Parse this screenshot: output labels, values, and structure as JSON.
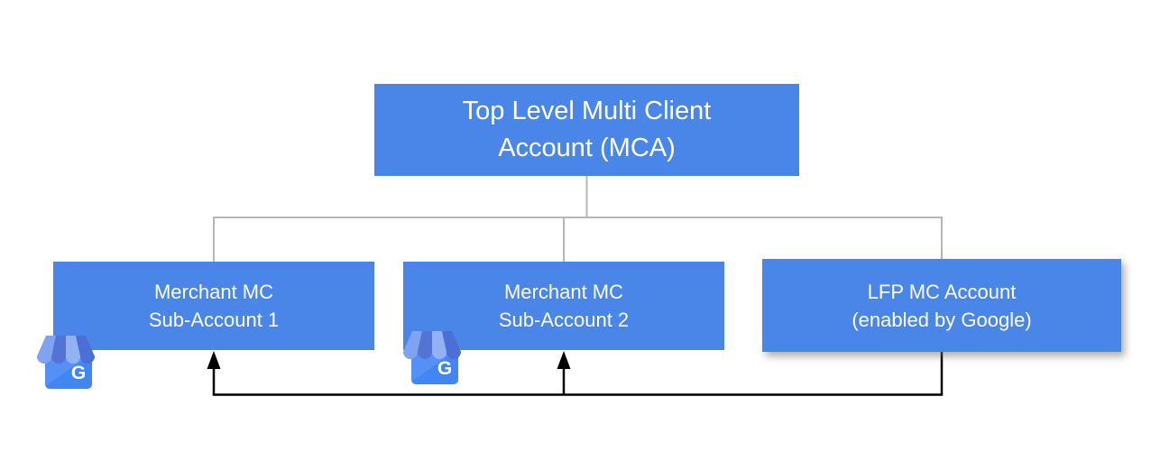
{
  "diagram": {
    "root": {
      "lines": [
        "Top Level Multi Client",
        "Account (MCA)"
      ]
    },
    "children": [
      {
        "lines": [
          "Merchant MC",
          "Sub-Account 1"
        ]
      },
      {
        "lines": [
          "Merchant MC",
          "Sub-Account 2"
        ]
      },
      {
        "lines": [
          "LFP MC Account",
          "(enabled by Google)"
        ]
      }
    ],
    "business_icon": {
      "name": "google-my-business-icon",
      "letter": "G"
    },
    "colors": {
      "node_fill": "#4a86e8",
      "node_text": "#ffffff",
      "tree_connector": "#b7b7b7",
      "flow_arrow": "#000000",
      "icon_body": "#4285f4",
      "icon_body_highlight": "rgba(255,255,255,0.10)",
      "icon_awning_stripe_1": "#7fa2f1",
      "icon_awning_stripe_2": "#5373d5",
      "icon_awning_stripe_3": "#93b2f4",
      "icon_awning_stripe_4": "#4c6ed7"
    }
  }
}
